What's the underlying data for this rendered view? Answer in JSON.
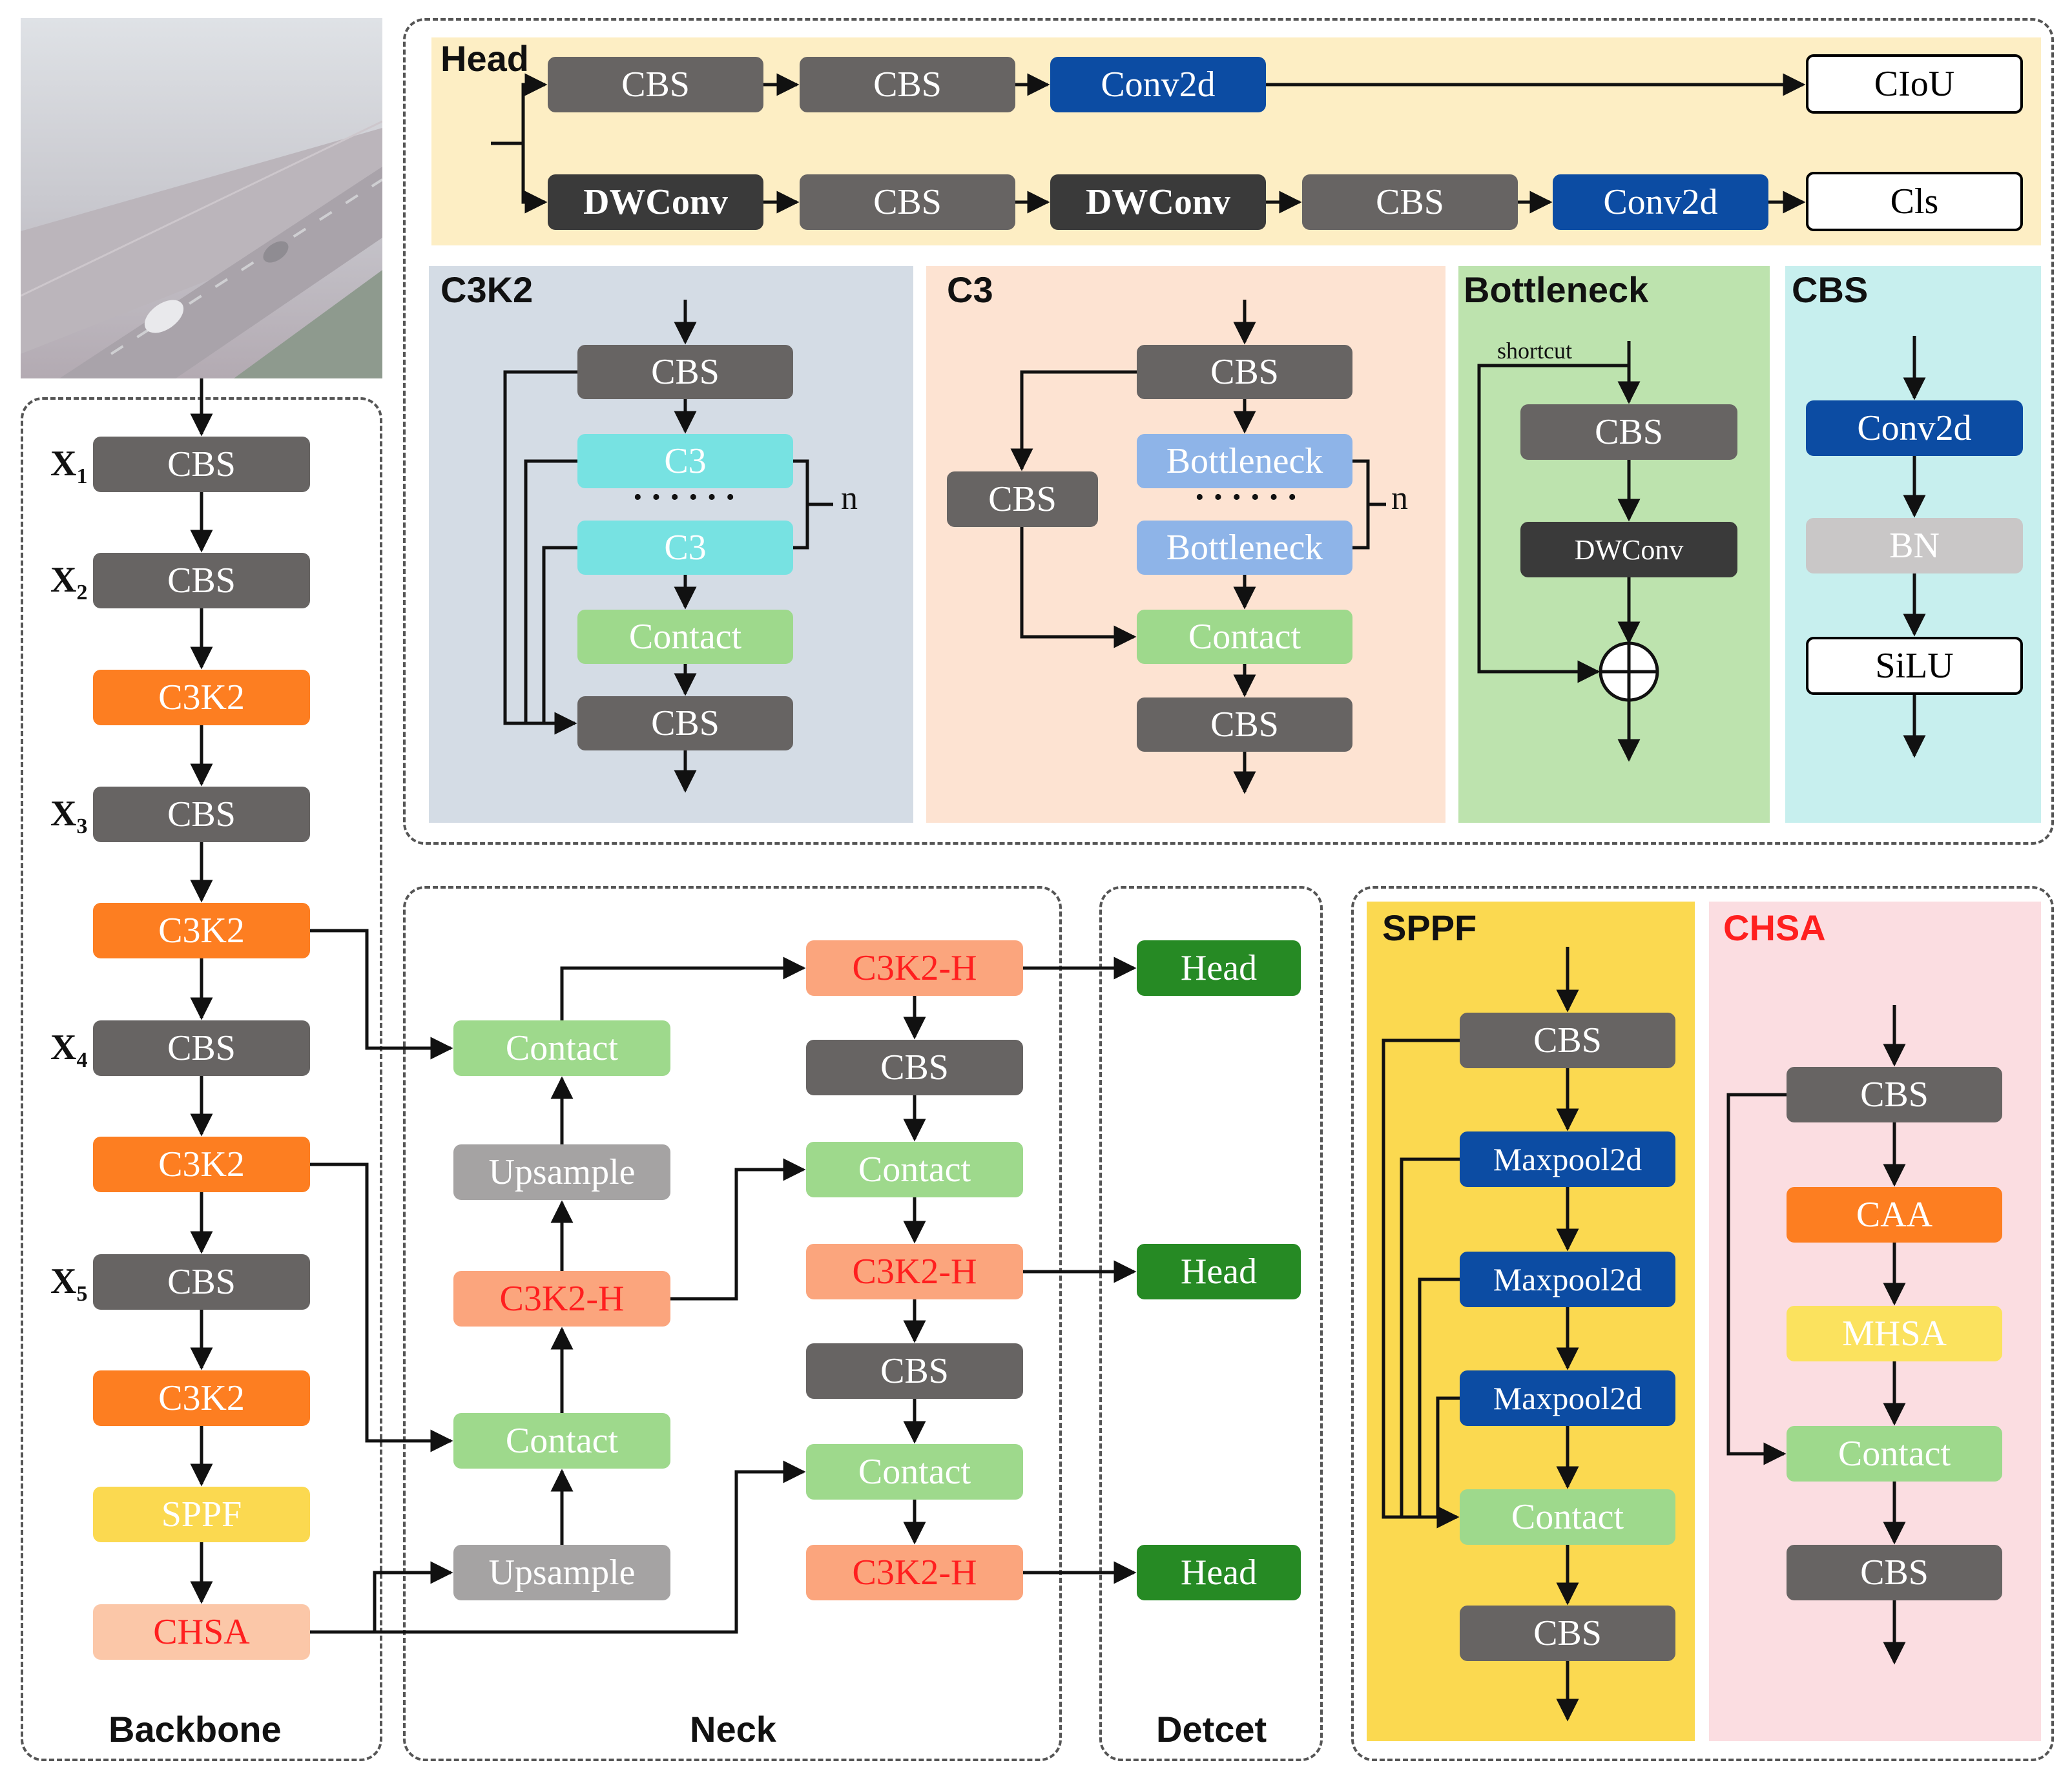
{
  "backbone": {
    "title": "Backbone",
    "x_labels": [
      "X",
      "X",
      "X",
      "X",
      "X"
    ],
    "x_subscripts": [
      "1",
      "2",
      "3",
      "4",
      "5"
    ],
    "blocks": [
      "CBS",
      "CBS",
      "C3K2",
      "CBS",
      "C3K2",
      "CBS",
      "C3K2",
      "CBS",
      "C3K2",
      "SPPF",
      "CHSA"
    ]
  },
  "neck": {
    "title": "Neck",
    "left_column": [
      "Contact",
      "Upsample",
      "C3K2-H",
      "Contact",
      "Upsample"
    ],
    "right_column": [
      "C3K2-H",
      "CBS",
      "Contact",
      "C3K2-H",
      "CBS",
      "Contact",
      "C3K2-H"
    ]
  },
  "detect": {
    "title": "Detcet",
    "heads": [
      "Head",
      "Head",
      "Head"
    ]
  },
  "head": {
    "title": "Head",
    "row1": [
      "CBS",
      "CBS",
      "Conv2d"
    ],
    "row1_output": "CIoU",
    "row2": [
      "DWConv",
      "CBS",
      "DWConv",
      "CBS",
      "Conv2d"
    ],
    "row2_output": "Cls"
  },
  "c3k2": {
    "title": "C3K2",
    "blocks": [
      "CBS",
      "C3",
      "C3",
      "Contact",
      "CBS"
    ],
    "dots": "······",
    "n_label": "n"
  },
  "c3": {
    "title": "C3",
    "blocks": [
      "CBS",
      "Bottleneck",
      "Bottleneck",
      "Contact",
      "CBS"
    ],
    "side_block": "CBS",
    "dots": "······",
    "n_label": "n"
  },
  "bottleneck": {
    "title": "Bottleneck",
    "shortcut_label": "shortcut",
    "blocks": [
      "CBS",
      "DWConv"
    ]
  },
  "cbs": {
    "title": "CBS",
    "blocks": [
      "Conv2d",
      "BN",
      "SiLU"
    ]
  },
  "sppf": {
    "title": "SPPF",
    "blocks": [
      "CBS",
      "Maxpool2d",
      "Maxpool2d",
      "Maxpool2d",
      "Contact",
      "CBS"
    ]
  },
  "chsa": {
    "title": "CHSA",
    "blocks": [
      "CBS",
      "CAA",
      "MHSA",
      "Contact",
      "CBS"
    ]
  },
  "colors": {
    "cbs": "#676463",
    "c3k2": "#fd7e21",
    "sppf": "#fbd950",
    "chsa_block": "#fbc7a8",
    "contact": "#9ed98c",
    "upsample": "#a5a3a3",
    "c3k2_h": "#fba57d",
    "head_green": "#268a24",
    "conv2d": "#0c4ca3",
    "dwconv": "#3a3a3a",
    "head_panel_bg": "#fdeec4",
    "c3k2_panel_bg": "#d4dce5",
    "c3_panel_bg": "#fde3d2",
    "bottleneck_panel_bg": "#bde3ae",
    "cbs_panel_bg": "#c7efee",
    "sppf_panel_bg": "#fbd950",
    "chsa_panel_bg": "#fbdde1",
    "chsa_title": "#ff1f1f"
  }
}
